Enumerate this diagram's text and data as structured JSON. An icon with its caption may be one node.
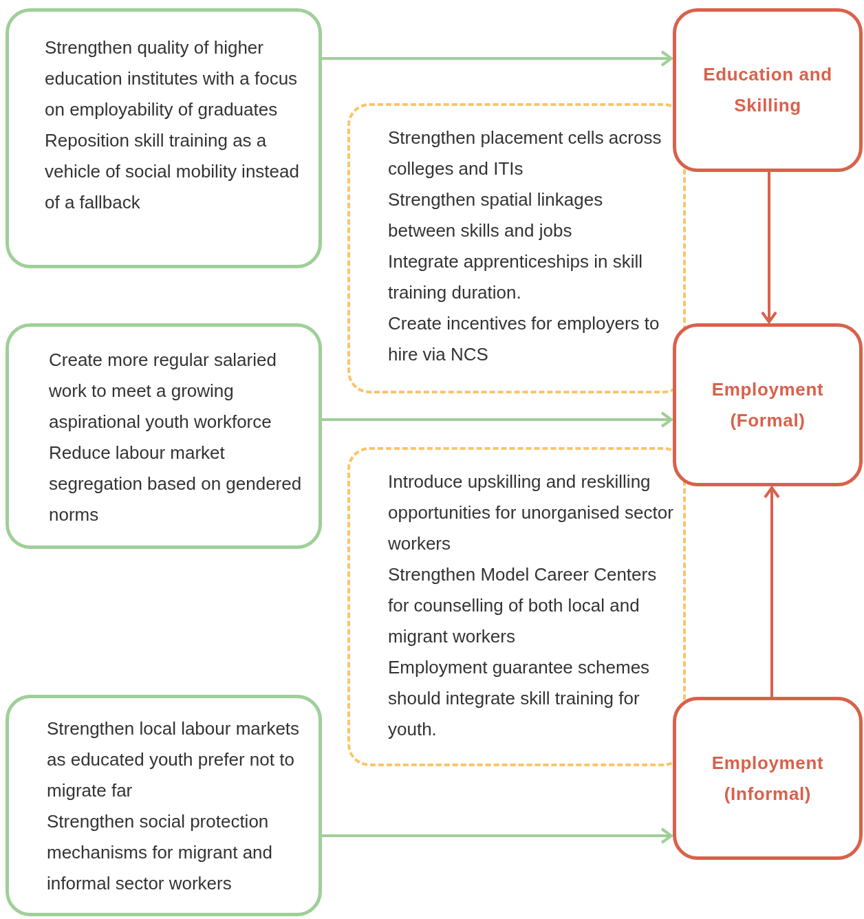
{
  "diagram": {
    "nodes": [
      {
        "text": [
          "Strengthen quality of higher education institutes with a focus on employability of graduates",
          "Reposition skill training as a vehicle of social mobility instead of a fallback"
        ]
      },
      {
        "text": [
          "Create more regular salaried work to meet a growing aspirational youth workforce",
          "Reduce labour market segregation based on gendered norms"
        ]
      },
      {
        "text": [
          "Strengthen local labour markets as educated youth prefer not to migrate far",
          "Strengthen social protection mechanisms for migrant and informal sector workers"
        ]
      },
      {
        "text": [
          "Strengthen placement cells across colleges and ITIs",
          "Strengthen spatial linkages between skills and jobs",
          "Integrate apprenticeships in skill training duration.",
          "Create incentives for employers to hire via NCS"
        ]
      },
      {
        "text": [
          "Introduce upskilling and reskilling opportunities for unorganised sector workers",
          "Strengthen Model Career Centers for counselling of both local and migrant workers",
          "Employment guarantee schemes should integrate skill training for youth."
        ]
      },
      {
        "text": [
          "Education and Skilling"
        ]
      },
      {
        "text": [
          "Employment (Formal)"
        ]
      },
      {
        "text": [
          "Employment (Informal)"
        ]
      }
    ],
    "edges": [
      {
        "from": 0,
        "to": 5,
        "arrow": "to"
      },
      {
        "from": 1,
        "to": 6,
        "arrow": "to"
      },
      {
        "from": 2,
        "to": 7,
        "arrow": "to"
      },
      {
        "from": 5,
        "to": 6,
        "arrow": "to",
        "color": "#d9614c"
      },
      {
        "from": 7,
        "to": 6,
        "arrow": "to",
        "color": "#d9614c"
      }
    ]
  }
}
